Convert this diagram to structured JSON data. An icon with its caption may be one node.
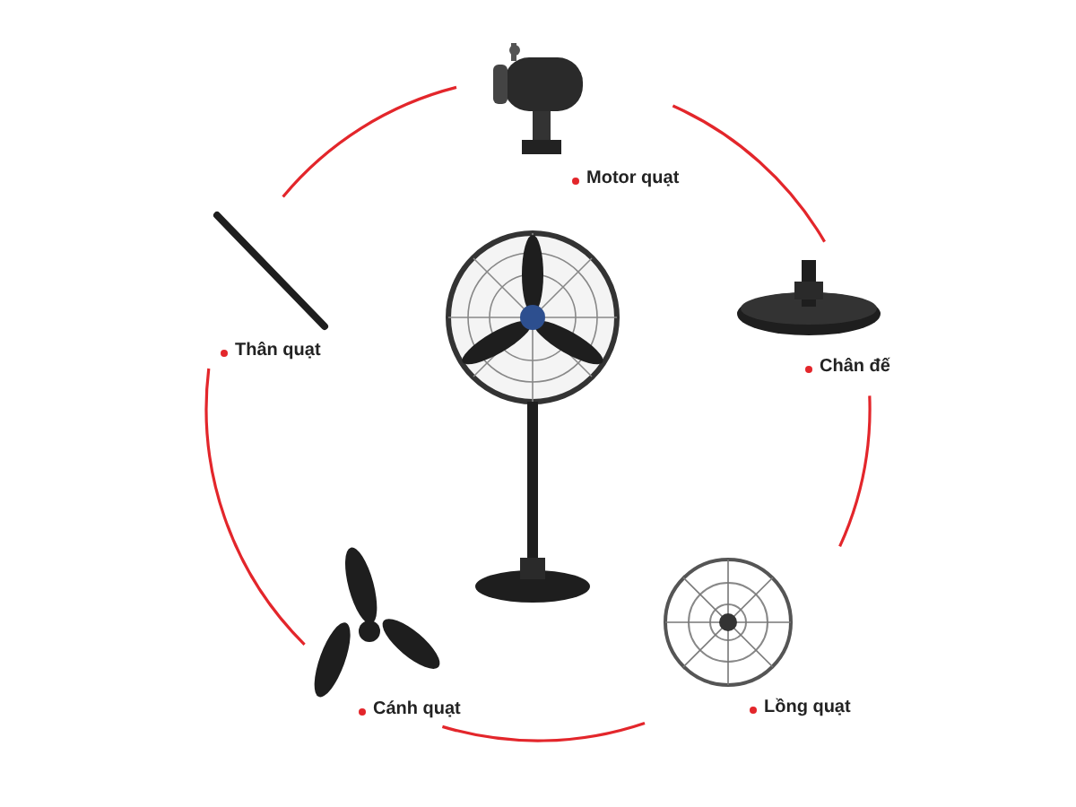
{
  "diagram": {
    "nodes": [
      {
        "text": [
          "Motor quạt"
        ]
      },
      {
        "text": [
          "Thân quạt"
        ]
      },
      {
        "text": [
          "Chân đế"
        ]
      },
      {
        "text": [
          "Cánh quạt"
        ]
      },
      {
        "text": [
          "Lồng quạt"
        ]
      },
      {
        "text": [],
        "shape": "picture"
      }
    ],
    "edges": [
      {
        "from": 0,
        "to": 2,
        "arrow": "none"
      },
      {
        "from": 2,
        "to": 4,
        "arrow": "none"
      },
      {
        "from": 4,
        "to": 3,
        "arrow": "none"
      },
      {
        "from": 3,
        "to": 1,
        "arrow": "none"
      },
      {
        "from": 1,
        "to": 0,
        "arrow": "none"
      }
    ]
  }
}
